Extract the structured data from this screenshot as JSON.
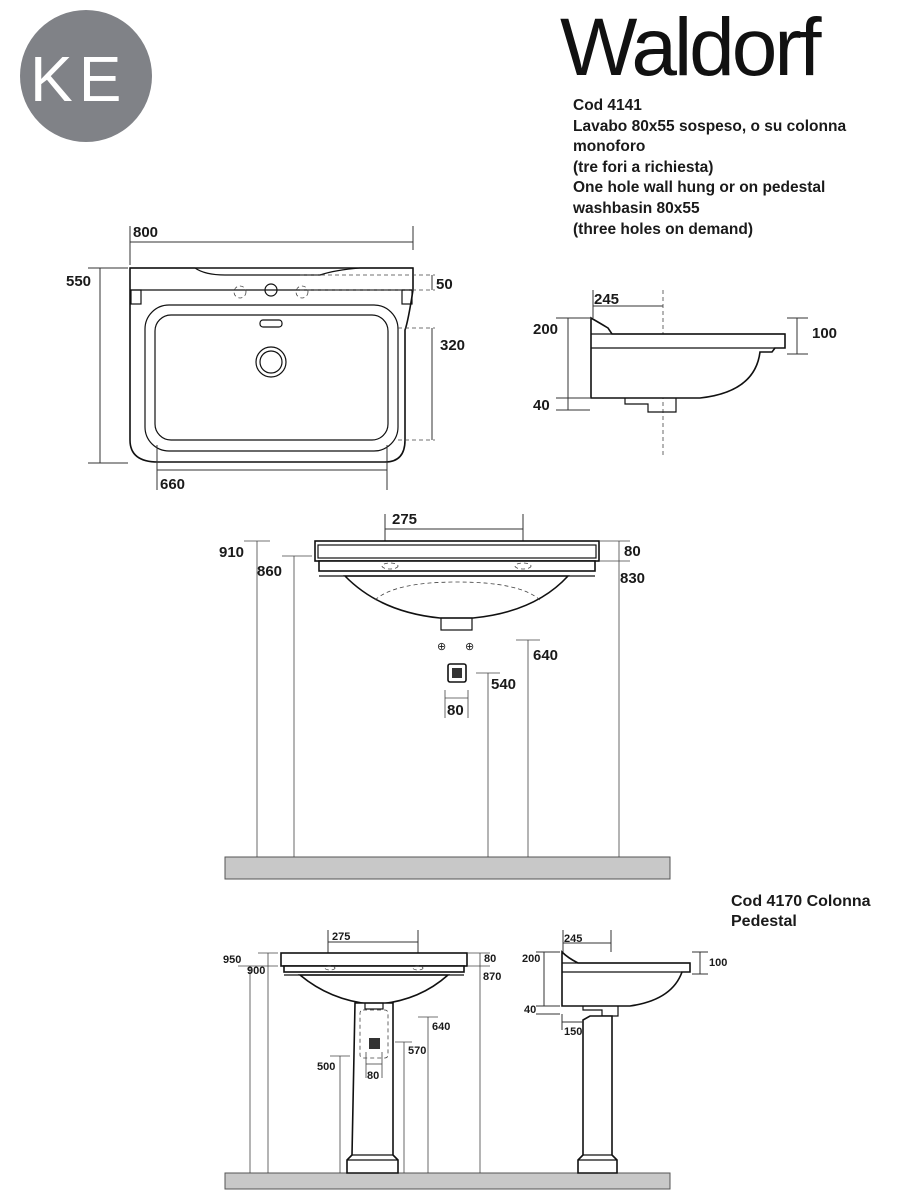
{
  "brand": {
    "logo_text": "KE",
    "logo_color": "#808287",
    "title": "Waldorf"
  },
  "product": {
    "lines": [
      "Cod 4141",
      "Lavabo 80x55 sospeso, o su colonna",
      "monoforo",
      "(tre fori a richiesta)",
      "One hole wall hung or on pedestal",
      "washbasin 80x55",
      "(three holes on demand)"
    ]
  },
  "pedestal": {
    "lines": [
      "Cod 4170 Colonna",
      "Pedestal"
    ]
  },
  "top_view": {
    "width": "800",
    "depth": "550",
    "tap_offset": "50",
    "bowl_depth": "320",
    "bowl_width": "660"
  },
  "side_view": {
    "depth": "245",
    "height": "200",
    "rim": "100",
    "waste": "40"
  },
  "front_view": {
    "tap_spacing": "275",
    "top_height": "910",
    "rim_height": "860",
    "rim_thickness": "80",
    "rim_bottom": "830",
    "fixing_height": "640",
    "waste_height": "540",
    "waste_width": "80"
  },
  "pedestal_front": {
    "tap_spacing": "275",
    "top_height": "950",
    "rim_height": "900",
    "rim_thickness": "80",
    "rim_bottom": "870",
    "fixing_height": "640",
    "inner_height": "570",
    "waste_height": "500",
    "waste_width": "80"
  },
  "pedestal_side": {
    "depth": "245",
    "height": "200",
    "rim": "100",
    "waste": "40",
    "base_offset": "150"
  }
}
